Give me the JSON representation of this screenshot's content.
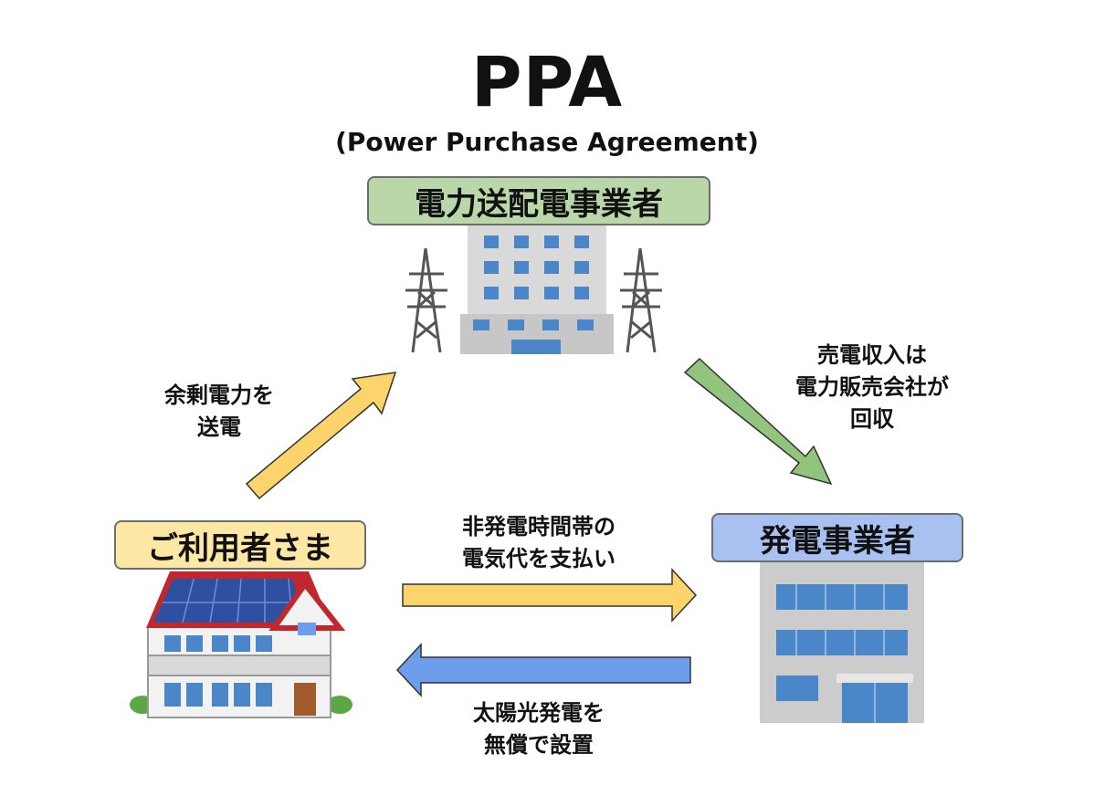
{
  "title": "PPA",
  "subtitle": "(Power Purchase Agreement)",
  "nodes": {
    "transmission": {
      "label": "電力送配電事業者",
      "color": "#b9d7a8"
    },
    "customer": {
      "label": "ご利用者さま",
      "color": "#fde7a4"
    },
    "generator": {
      "label": "発電事業者",
      "color": "#a8c1f0"
    }
  },
  "edges": {
    "surplus": {
      "label": "余剰電力を\n送電",
      "color": "#fbd56b"
    },
    "revenue": {
      "label": "売電収入は\n電力販売会社が\n回収",
      "color": "#93c47d"
    },
    "payment": {
      "label": "非発電時間帯の\n電気代を支払い",
      "color": "#fbd56b"
    },
    "install": {
      "label": "太陽光発電を\n無償で設置",
      "color": "#6d9eeb"
    }
  }
}
